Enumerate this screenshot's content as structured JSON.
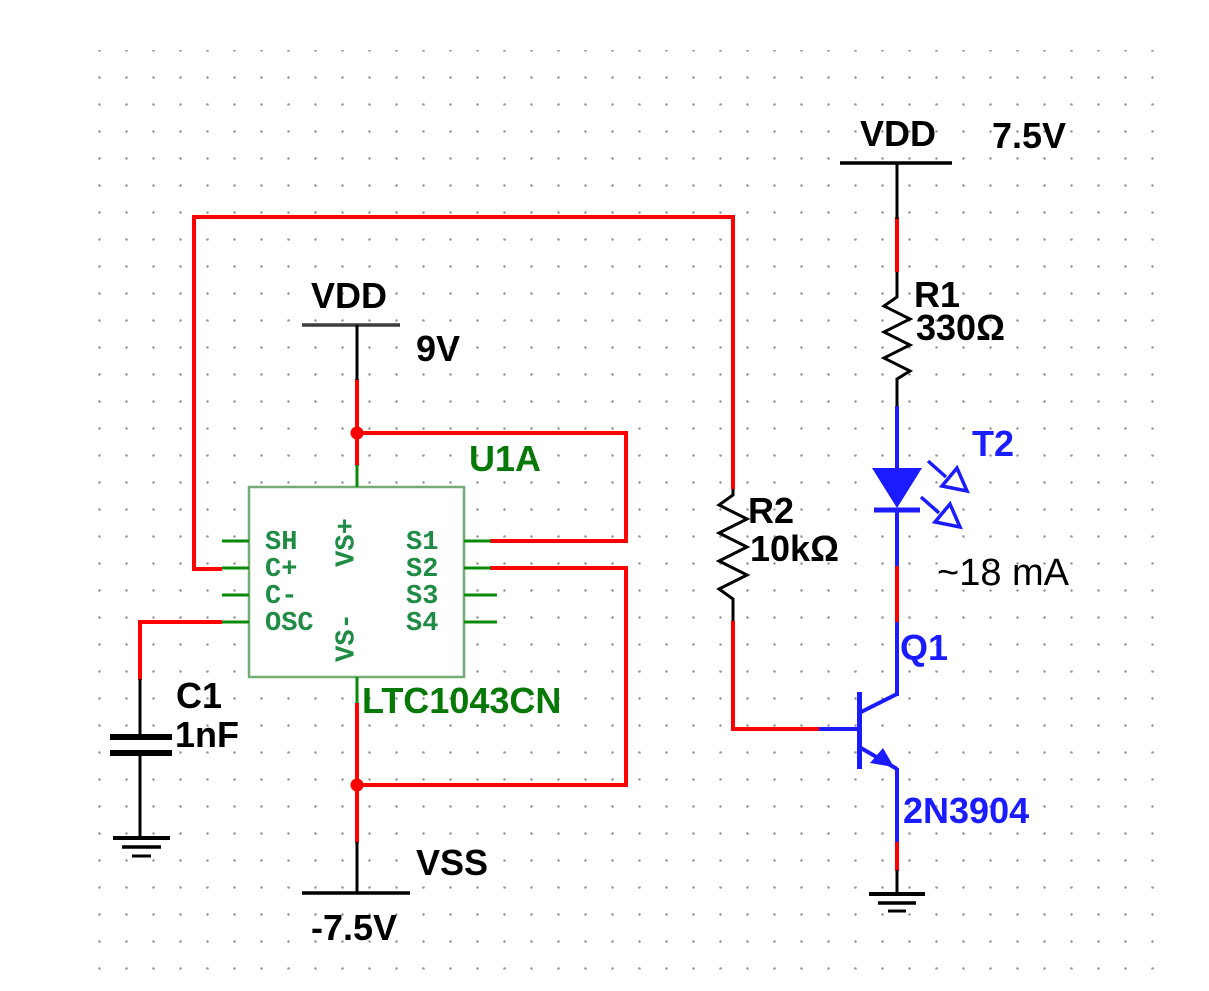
{
  "schematic": {
    "power_right": {
      "net": "VDD",
      "voltage": "7.5V"
    },
    "power_ic": {
      "net": "VDD",
      "voltage": "9V"
    },
    "power_vss": {
      "net": "VSS",
      "voltage": "-7.5V"
    },
    "ic": {
      "ref": "U1A",
      "part": "LTC1043CN",
      "left_pins": [
        "SH",
        "C+",
        "C-",
        "OSC"
      ],
      "right_pins": [
        "S1",
        "S2",
        "S3",
        "S4"
      ],
      "vs_plus": "VS+",
      "vs_minus": "VS-"
    },
    "r1": {
      "ref": "R1",
      "value": "330Ω"
    },
    "r2": {
      "ref": "R2",
      "value": "10kΩ"
    },
    "led": {
      "ref": "T2"
    },
    "q1": {
      "ref": "Q1",
      "part": "2N3904"
    },
    "c1": {
      "ref": "C1",
      "value": "1nF"
    },
    "annotation": {
      "current": "~18 mA"
    },
    "colors": {
      "wire_red": "#ff0000",
      "wire_black": "#000000",
      "device_blue": "#1b1bff",
      "ic_label_green": "#067806",
      "pin_text_green": "#1f8b45",
      "ic_border_green": "#74ad74",
      "grid_dot_gray": "#9a9a9a"
    }
  }
}
